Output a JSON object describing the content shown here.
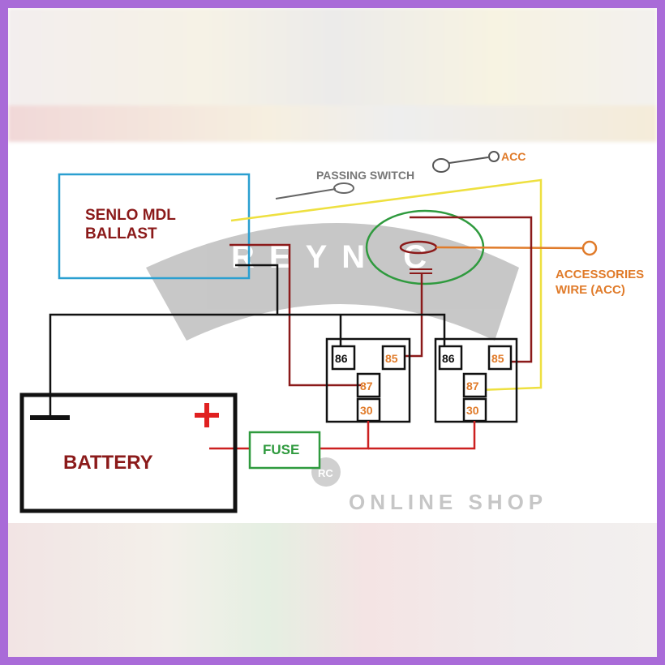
{
  "diagram": {
    "ballast_label_line1": "SENLO MDL",
    "ballast_label_line2": "BALLAST",
    "passing_switch_label": "PASSING SWITCH",
    "acc_label": "ACC",
    "accessories_label_line1": "ACCESSORIES",
    "accessories_label_line2": "WIRE (ACC)",
    "battery_label": "BATTERY",
    "fuse_label": "FUSE",
    "relay1": {
      "pin86": "86",
      "pin85": "85",
      "pin87": "87",
      "pin30": "30"
    },
    "relay2": {
      "pin86": "86",
      "pin85": "85",
      "pin87": "87",
      "pin30": "30"
    }
  },
  "watermark": {
    "brand": "REYN C",
    "subtitle": "ONLINE SHOP",
    "badge": "RC"
  },
  "colors": {
    "border": "#a96bd8",
    "ballast_box": "#2a9fd0",
    "dark_red": "#8b1a1a",
    "red": "#cc2020",
    "orange": "#e07b2a",
    "yellow": "#eee040",
    "green": "#2f9a3e",
    "gray": "#777777"
  }
}
